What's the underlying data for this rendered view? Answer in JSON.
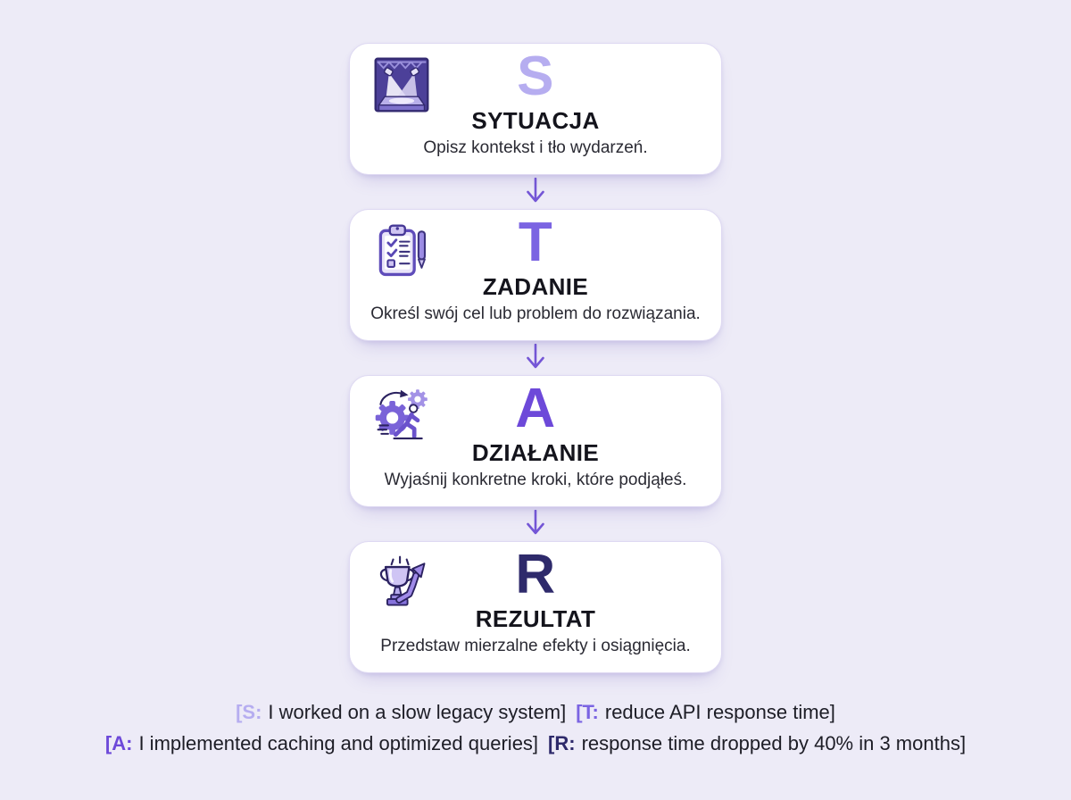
{
  "page": {
    "background": "#edebf7"
  },
  "steps": [
    {
      "letter": "S",
      "letter_color": "#b6adf0",
      "title": "SYTUACJA",
      "description": "Opisz kontekst i tło wydarzeń.",
      "icon": "stage-spotlights-icon"
    },
    {
      "letter": "T",
      "letter_color": "#7b64e2",
      "title": "ZADANIE",
      "description": "Określ swój cel lub problem do rozwiązania.",
      "icon": "clipboard-checklist-icon"
    },
    {
      "letter": "A",
      "letter_color": "#6d49d9",
      "title": "DZIAŁANIE",
      "description": "Wyjaśnij konkretne kroki, które podjąłeś.",
      "icon": "gears-runner-icon"
    },
    {
      "letter": "R",
      "letter_color": "#2e2a6b",
      "title": "REZULTAT",
      "description": "Przedstaw mierzalne efekty i osiągnięcia.",
      "icon": "trophy-arrow-icon"
    }
  ],
  "connector_color": "#7456d6",
  "example": {
    "text_color": "#1d1d26",
    "line1": {
      "seg1_prefix": "[S:",
      "seg1_prefix_color": "#b6adf0",
      "seg1_text": "I worked on a slow legacy system]",
      "seg2_prefix": "[T:",
      "seg2_prefix_color": "#7b64e2",
      "seg2_text": "reduce API response time]"
    },
    "line2": {
      "seg1_prefix": "[A:",
      "seg1_prefix_color": "#6d49d9",
      "seg1_text": "I implemented caching and optimized queries]",
      "seg2_prefix": "[R:",
      "seg2_prefix_color": "#2e2a6b",
      "seg2_text": "response time dropped by 40% in 3 months]"
    }
  }
}
